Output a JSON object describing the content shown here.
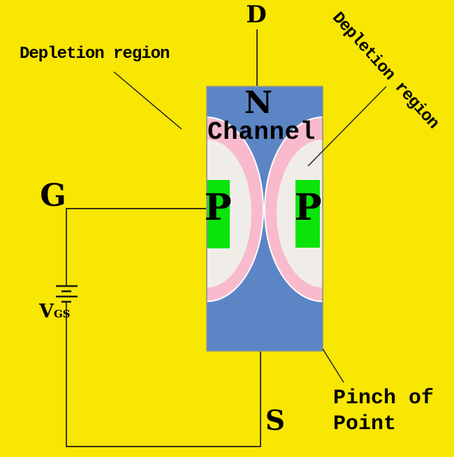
{
  "title": "JFET pinch-off diagram",
  "colors": {
    "background": "#f8e603",
    "channel_blue": "#5c85c6",
    "depletion_pink": "#f9bacd",
    "depletion_inner_white": "#f0ede9",
    "p_region_green": "#0ae40a",
    "body_border_gray": "#909090",
    "line_black": "#1a1a1a"
  },
  "terminals": {
    "drain": "D",
    "gate": "G",
    "source": "S"
  },
  "channel": {
    "line1": "N",
    "line2": "Channel"
  },
  "p_regions": {
    "left": "P",
    "right": "P"
  },
  "battery": {
    "label_main": "V",
    "label_sub": "GS"
  },
  "annotations": {
    "depletion_left": "Depletion region",
    "depletion_right": "Depletion region",
    "pinch_line1": "Pinch of",
    "pinch_line2": "Point"
  }
}
